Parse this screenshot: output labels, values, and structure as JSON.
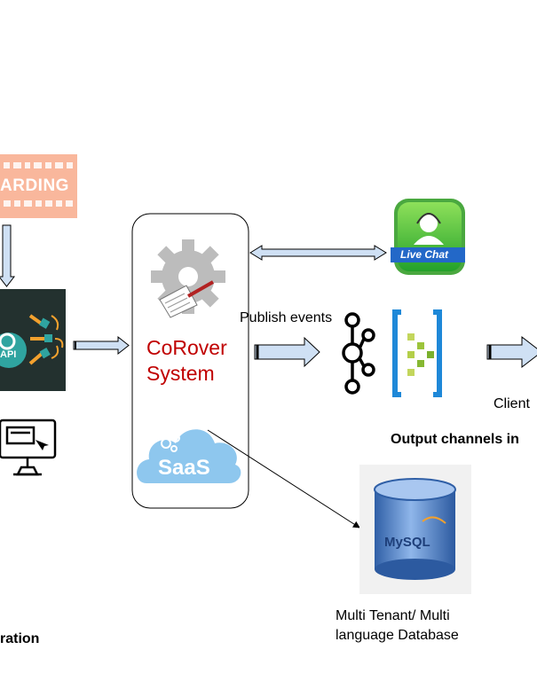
{
  "onboarding_banner": {
    "text": "ARDING"
  },
  "api_icon": {
    "text": "API"
  },
  "corover": {
    "line1": "CoRover",
    "line2": "System"
  },
  "saas_cloud": {
    "text": "SaaS"
  },
  "live_chat": {
    "text": "Live Chat"
  },
  "publish_events": {
    "text": "Publish events"
  },
  "client_label": {
    "text": "Client"
  },
  "output_channels": {
    "text": "Output channels in"
  },
  "database": {
    "logo_text": "MySQL",
    "line1": "Multi Tenant/ Multi",
    "line2": "language Database"
  },
  "integration_label": {
    "text": "ration"
  },
  "colors": {
    "corover_text": "#c00000",
    "arrow_fill": "#cfe0f4",
    "onboarding_bg": "#f9b79c",
    "api_bg": "#23312f",
    "live_chat_green": "#3dbb3a",
    "saas_blue": "#8ec7ee",
    "db_blue": "#5a8fd0"
  }
}
